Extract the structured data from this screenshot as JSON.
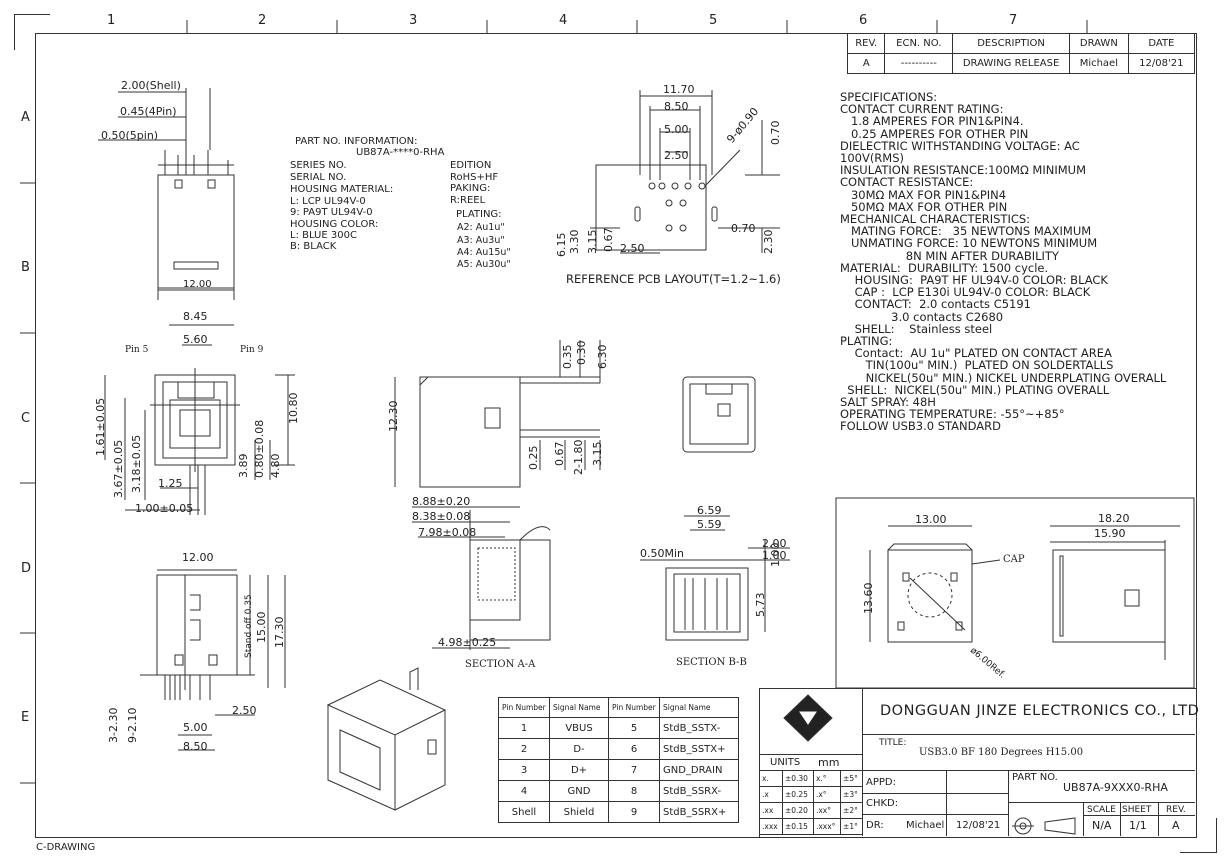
{
  "frame": {
    "col_numbers": [
      "1",
      "2",
      "3",
      "4",
      "5",
      "6",
      "7"
    ],
    "row_letters": [
      "A",
      "B",
      "C",
      "D",
      "E"
    ],
    "footer": "C-DRAWING"
  },
  "revision": {
    "headers": [
      "REV.",
      "ECN. NO.",
      "DESCRIPTION",
      "DRAWN",
      "DATE"
    ],
    "row": [
      "A",
      "----------",
      "DRAWING RELEASE",
      "Michael",
      "12/08'21"
    ]
  },
  "specs": [
    "SPECIFICATIONS:",
    "CONTACT CURRENT RATING:",
    "   1.8 AMPERES FOR PIN1&PIN4.",
    "   0.25 AMPERES FOR OTHER PIN",
    "DIELECTRIC WITHSTANDING VOLTAGE: AC",
    "100V(RMS)",
    "INSULATION RESISTANCE:100MΩ MINIMUM",
    "CONTACT RESISTANCE:",
    "   30MΩ MAX FOR PIN1&PIN4",
    "   50MΩ MAX FOR OTHER PIN",
    "MECHANICAL CHARACTERISTICS:",
    "   MATING FORCE:   35 NEWTONS MAXIMUM",
    "   UNMATING FORCE: 10 NEWTONS MINIMUM",
    "                  8N MIN AFTER DURABILITY",
    "MATERIAL:  DURABILITY: 1500 cycle.",
    "    HOUSING:  PA9T HF UL94V-0 COLOR: BLACK",
    "    CAP :  LCP E130i UL94V-0 COLOR: BLACK",
    "    CONTACT:  2.0 contacts C5191",
    "              3.0 contacts C2680",
    "    SHELL:    Stainless steel",
    "PLATING:",
    "    Contact:  AU 1u\" PLATED ON CONTACT AREA",
    "       TIN(100u\" MIN.)  PLATED ON SOLDERTALLS",
    "       NICKEL(50u\" MIN.) NICKEL UNDERPLATING OVERALL",
    "  SHELL:  NICKEL(50u\" MIN.) PLATING OVERALL",
    "SALT SPRAY: 48H",
    "OPERATING TEMPERATURE: -55°~+85°",
    "FOLLOW USB3.0 STANDARD"
  ],
  "part_info": {
    "title": "PART NO. INFORMATION:",
    "code": "UB87A-****0-RHA",
    "left_labels": [
      "SERIES NO.",
      "SERIAL NO.",
      "HOUSING MATERIAL:",
      "L: LCP  UL94V-0",
      "9: PA9T UL94V-0",
      "HOUSING COLOR:",
      "L: BLUE 300C",
      "B: BLACK"
    ],
    "right_labels": [
      "EDITION",
      "RoHS+HF",
      "PAKING:",
      "R:REEL"
    ],
    "plating_title": "PLATING:",
    "plating": [
      "A2: Au1u\"",
      "A3: Au3u\"",
      "A4: Au15u\"",
      "A5: Au30u\""
    ]
  },
  "pin_table": {
    "headers": [
      "Pin Number",
      "Signal Name",
      "Pin Number",
      "Signal Name"
    ],
    "rows": [
      [
        "1",
        "VBUS",
        "5",
        "StdB_SSTX-"
      ],
      [
        "2",
        "D-",
        "6",
        "StdB_SSTX+"
      ],
      [
        "3",
        "D+",
        "7",
        "GND_DRAIN"
      ],
      [
        "4",
        "GND",
        "8",
        "StdB_SSRX-"
      ],
      [
        "Shell",
        "Shield",
        "9",
        "StdB_SSRX+"
      ]
    ]
  },
  "title_block": {
    "company": "DONGGUAN JINZE ELECTRONICS CO., LTD",
    "title_label": "TITLE:",
    "title": "USB3.0 BF 180 Degrees H15.00",
    "units_label": "UNITS",
    "units": "mm",
    "tolerances": [
      [
        "x.",
        "±0.30",
        "x.°",
        "±5°"
      ],
      [
        ".x",
        "±0.25",
        ".x°",
        "±3°"
      ],
      [
        ".xx",
        "±0.20",
        ".xx°",
        "±2°"
      ],
      [
        ".xxx",
        "±0.15",
        ".xxx°",
        "±1°"
      ]
    ],
    "appd": "APPD:",
    "chkd": "CHKD:",
    "dr_label": "DR:",
    "dr": "Michael",
    "date": "12/08'21",
    "part_no_label": "PART NO.",
    "part_no": "UB87A-9XXX0-RHA",
    "scale_label": "SCALE",
    "sheet_label": "SHEET",
    "rev_label": "REV.",
    "scale": "N/A",
    "sheet": "1/1",
    "rev": "A"
  },
  "labels": {
    "pcb_caption": "REFERENCE PCB LAYOUT(T=1.2~1.6)",
    "section_aa": "SECTION A-A",
    "section_bb": "SECTION B-B",
    "pin5": "Pin 5",
    "pin9": "Pin 9",
    "cap": "CAP",
    "cap_dia": "ø6.00Ref.",
    "stand_off": "Stand off 0.35",
    "min050": "0.50Min"
  },
  "dims": {
    "top_shell": "2.00(Shell)",
    "top_4pin": "0.45(4Pin)",
    "top_5pin": "0.50(5pin)",
    "top_w": "12.00",
    "pcb": [
      "11.70",
      "8.50",
      "5.00",
      "2.50",
      "9-ø0.90",
      "0.70",
      "6.15",
      "3.30",
      "3.15",
      "0.67",
      "2.50",
      "0.70",
      "2.30"
    ],
    "front": [
      "8.45",
      "5.60",
      "10.80",
      "1.61±0.05",
      "3.67±0.05",
      "3.18±0.05",
      "1.25",
      "1.00±0.05",
      "3.89",
      "4.80",
      "0.80±0.08"
    ],
    "side": [
      "0.35",
      "0.30",
      "6.30",
      "12.30",
      "0.25",
      "0.67",
      "2-1.80",
      "3.15"
    ],
    "secaa": [
      "8.88±0.20",
      "8.38±0.08",
      "7.98±0.08",
      "4.98±0.25"
    ],
    "secbb": [
      "6.59",
      "5.59",
      "2.00",
      "1.00",
      "1.00",
      "5.73"
    ],
    "bottom": [
      "12.00",
      "15.00",
      "17.30",
      "2.50",
      "5.00",
      "8.50",
      "3-2.30",
      "9-2.10"
    ],
    "cap_view": [
      "13.00",
      "13.60",
      "18.20",
      "15.90"
    ]
  }
}
